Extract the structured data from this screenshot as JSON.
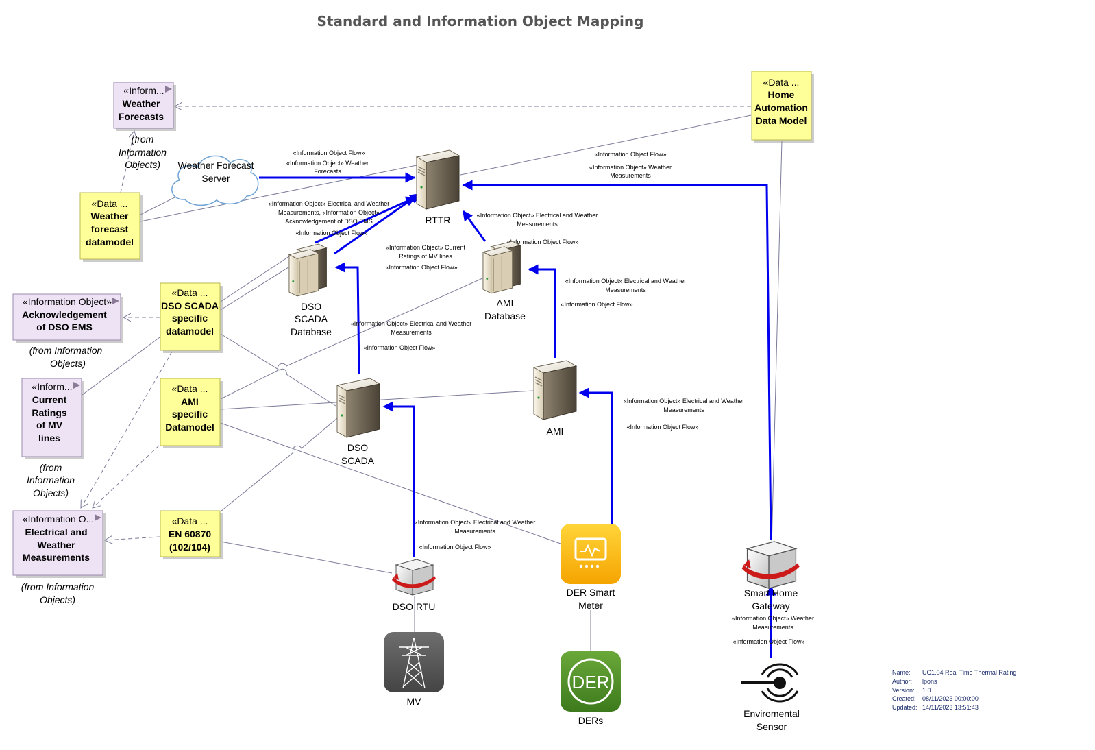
{
  "title": "Standard and Information Object Mapping",
  "info_objects": {
    "weather_forecasts": {
      "stereo": "«Inform...",
      "name": [
        "Weather",
        "Forecasts"
      ],
      "from": [
        "(from",
        "Information",
        "Objects)"
      ]
    },
    "ack_dso_ems": {
      "stereo": "«Information Object»",
      "name": [
        "Acknowledgement",
        "of DSO EMS"
      ],
      "from": [
        "(from Information",
        "Objects)"
      ]
    },
    "current_ratings": {
      "stereo": "«Inform...",
      "name": [
        "Current",
        "Ratings",
        "of MV",
        "lines"
      ],
      "from": [
        "(from",
        "Information",
        "Objects)"
      ]
    },
    "elec_weather": {
      "stereo": "«Information O...",
      "name": [
        "Electrical and",
        "Weather",
        "Measurements"
      ],
      "from": [
        "(from Information",
        "Objects)"
      ]
    }
  },
  "data_models": {
    "weather_forecast_dm": {
      "stereo": "«Data ...",
      "name": [
        "Weather",
        "forecast",
        "datamodel"
      ]
    },
    "dso_scada_dm": {
      "stereo": "«Data ...",
      "name": [
        "DSO SCADA",
        "specific",
        "datamodel"
      ]
    },
    "ami_dm": {
      "stereo": "«Data ...",
      "name": [
        "AMI",
        "specific",
        "Datamodel"
      ]
    },
    "en60870": {
      "stereo": "«Data ...",
      "name": [
        "EN 60870",
        "(102/104)"
      ]
    },
    "home_automation": {
      "stereo": "«Data ...",
      "name": [
        "Home",
        "Automation",
        "Data Model"
      ]
    }
  },
  "nodes": {
    "weather_server": [
      "Weather Forecast",
      "Server"
    ],
    "rttr": [
      "RTTR"
    ],
    "dso_scada_db": [
      "DSO",
      "SCADA",
      "Database"
    ],
    "ami_db": [
      "AMI",
      "Database"
    ],
    "dso_scada": [
      "DSO",
      "SCADA"
    ],
    "ami": [
      "AMI"
    ],
    "dso_rtu": [
      "DSO RTU"
    ],
    "der_meter": [
      "DER Smart",
      "Meter"
    ],
    "smart_home": [
      "Smart Home",
      "Gateway"
    ],
    "mv": [
      "MV"
    ],
    "ders": [
      "DERs"
    ],
    "der_badge": "DER",
    "env_sensor": [
      "Enviromental",
      "Sensor"
    ]
  },
  "flow_labels": {
    "f_weather": [
      "«Information Object Flow»",
      "«Information Object» Weather",
      "Forecasts"
    ],
    "f_sg_rttr": [
      "«Information Object Flow»",
      "«Information Object» Weather",
      "Measurements"
    ],
    "f_db_rttr": [
      "«Information Object» Electrical and Weather",
      "Measurements, «Information Object»",
      "Acknowledgement of DSO EMS",
      "«Information Object Flow»"
    ],
    "f_cur": [
      "«Information Object» Current",
      "Ratings of MV lines"
    ],
    "f_scada_db": [
      "«Information Object Flow»"
    ],
    "f_amidb_rttr": [
      "«Information Object» Electrical and Weather",
      "Measurements"
    ],
    "f_amidb_flow": [
      "«Information Object Flow»"
    ],
    "f_ami_amidb": [
      "«Information Object» Electrical and Weather",
      "Measurements",
      "«Information Object Flow»"
    ],
    "f_scada_up": [
      "«Information Object» Electrical and Weather",
      "Measurements",
      "«Information Object Flow»"
    ],
    "f_meter_ami": [
      "«Information Object» Electrical and Weather",
      "Measurements",
      "«Information Object Flow»"
    ],
    "f_rtu_scada": [
      "«Information Object» Electrical and Weather",
      "Measurements",
      "«Information Object Flow»"
    ],
    "f_sensor_sg": [
      "«Information Object» Weather",
      "Measurements",
      "«Information Object Flow»"
    ]
  },
  "metadata": {
    "keys": [
      "Name:",
      "Author:",
      "Version:",
      "Created:",
      "Updated:"
    ],
    "values": [
      "UC1.04 Real Time Thermal Rating",
      "lpons",
      "1.0",
      "08/11/2023 00:00:00",
      "14/11/2023 13:51:43"
    ]
  },
  "colors": {
    "flow": "#0000ee",
    "info_fill": "#eee2f5",
    "info_border": "#9c89b0",
    "data_fill": "#ffff99",
    "data_border": "#b8b850",
    "connector": "#7b7b9a",
    "title": "#555555"
  }
}
